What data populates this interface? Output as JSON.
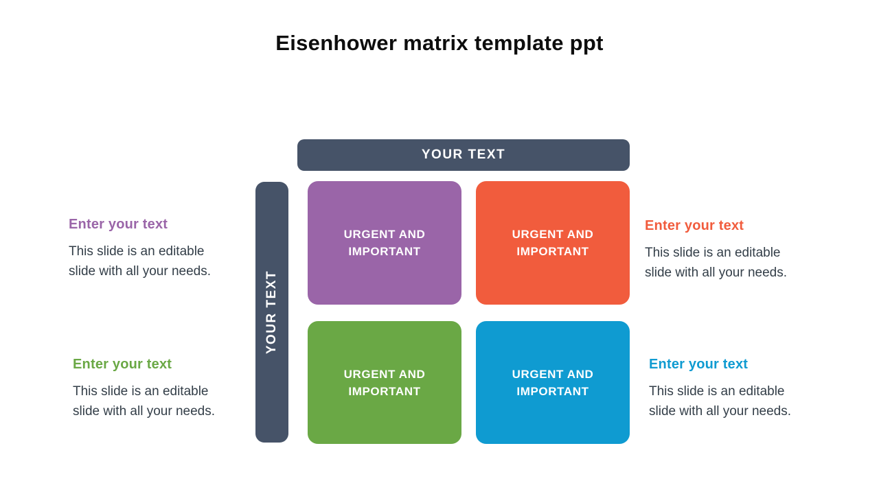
{
  "slide": {
    "title": "Eisenhower matrix template ppt"
  },
  "colors": {
    "axis_bar": "#465368",
    "purple": "#9A65A8",
    "orange": "#F15C3D",
    "green": "#6AA845",
    "blue": "#0F9BD1",
    "body_text": "#333E48",
    "title_text": "#0D0D0D"
  },
  "axes": {
    "top_label": "YOUR TEXT",
    "left_label": "YOUR TEXT"
  },
  "quadrants": [
    {
      "position": "top-left",
      "label": "URGENT AND IMPORTANT",
      "color": "#9A65A8"
    },
    {
      "position": "top-right",
      "label": "URGENT AND IMPORTANT",
      "color": "#F15C3D"
    },
    {
      "position": "bottom-left",
      "label": "URGENT AND IMPORTANT",
      "color": "#6AA845"
    },
    {
      "position": "bottom-right",
      "label": "URGENT AND IMPORTANT",
      "color": "#0F9BD1"
    }
  ],
  "annotations": [
    {
      "position": "left-top",
      "heading": "Enter your text",
      "heading_color": "#9A65A8",
      "body": "This slide is an editable slide with all your needs."
    },
    {
      "position": "left-bottom",
      "heading": "Enter your text",
      "heading_color": "#6AA845",
      "body": "This slide is an editable slide with all your needs."
    },
    {
      "position": "right-top",
      "heading": "Enter your text",
      "heading_color": "#F15C3D",
      "body": "This slide is an editable slide with all your needs."
    },
    {
      "position": "right-bottom",
      "heading": "Enter your text",
      "heading_color": "#0F9BD1",
      "body": "This slide is an editable slide with all your needs."
    }
  ]
}
